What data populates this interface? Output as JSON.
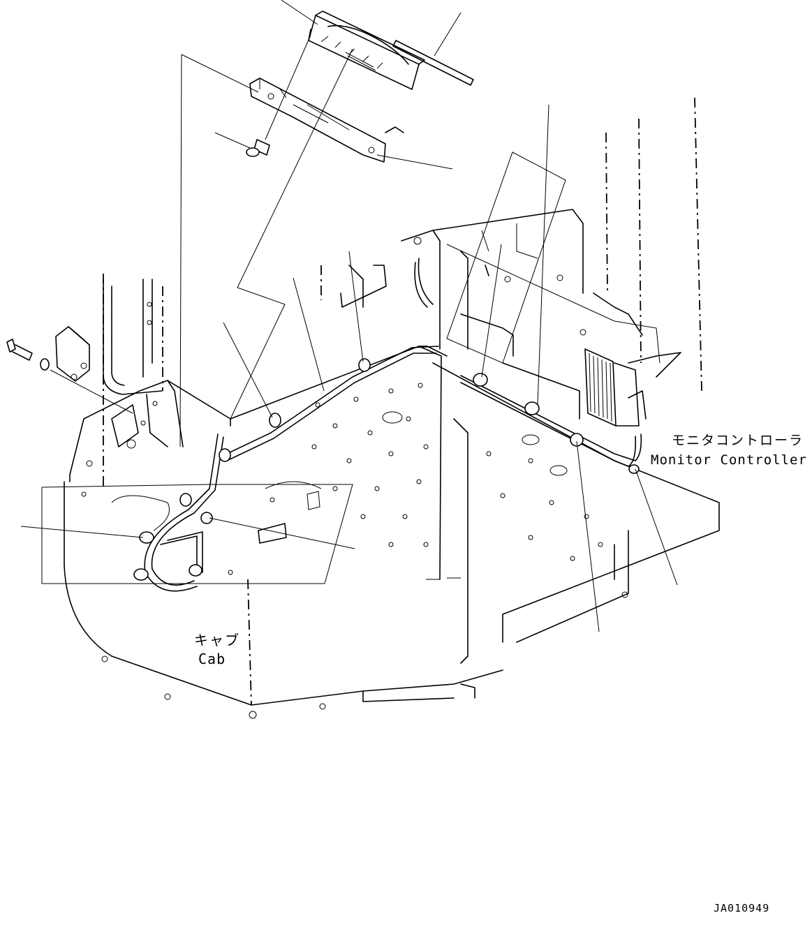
{
  "labels": {
    "monitor_controller_jp": "モニタコントローラ",
    "monitor_controller_en": "Monitor Controller",
    "cab_jp": "キャブ",
    "cab_en": "Cab"
  },
  "drawing_id": "JA010949",
  "colors": {
    "line": "#000000",
    "background": "#ffffff"
  }
}
